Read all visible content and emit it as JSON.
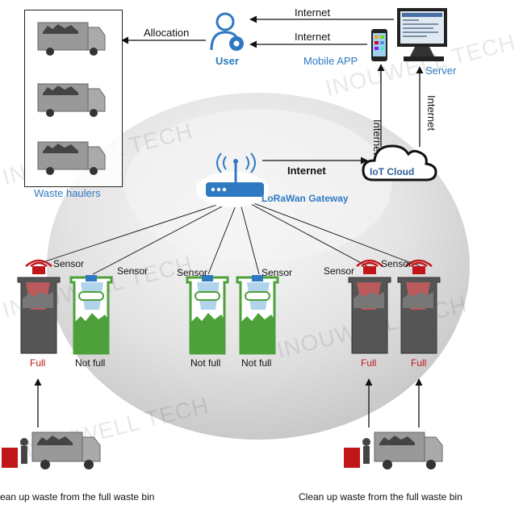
{
  "title": "",
  "watermark": "INOUWELL TECH",
  "nodes": {
    "user": "User",
    "mobile_app": "Mobile APP",
    "server": "Server",
    "iot_cloud": "IoT Cloud",
    "gateway": "LoRaWan Gateway",
    "waste_haulers": "Waste haulers"
  },
  "links": {
    "allocation": "Allocation",
    "internet_server_user": "Internet",
    "internet_app_user": "Internet",
    "internet_gateway_cloud": "Internet",
    "internet_app_cloud": "Internet",
    "internet_server_cloud": "Internet"
  },
  "bins": [
    {
      "sensor": "Sensor",
      "status": "Full"
    },
    {
      "sensor": "Sensor",
      "status": "Not full"
    },
    {
      "sensor": "Sensor",
      "status": "Not full"
    },
    {
      "sensor": "Sensor",
      "status": "Not full"
    },
    {
      "sensor": "Sensor",
      "status": "Full"
    },
    {
      "sensor": "Sensor",
      "status": "Full"
    }
  ],
  "captions": {
    "left": "ean up waste from the full waste bin",
    "right": "Clean up waste from the full waste bin"
  },
  "colors": {
    "accent_blue": "#2f79c2",
    "full_red": "#c0161a",
    "notfull_green": "#4ea13a",
    "full_bin": "#4a4a4a"
  }
}
